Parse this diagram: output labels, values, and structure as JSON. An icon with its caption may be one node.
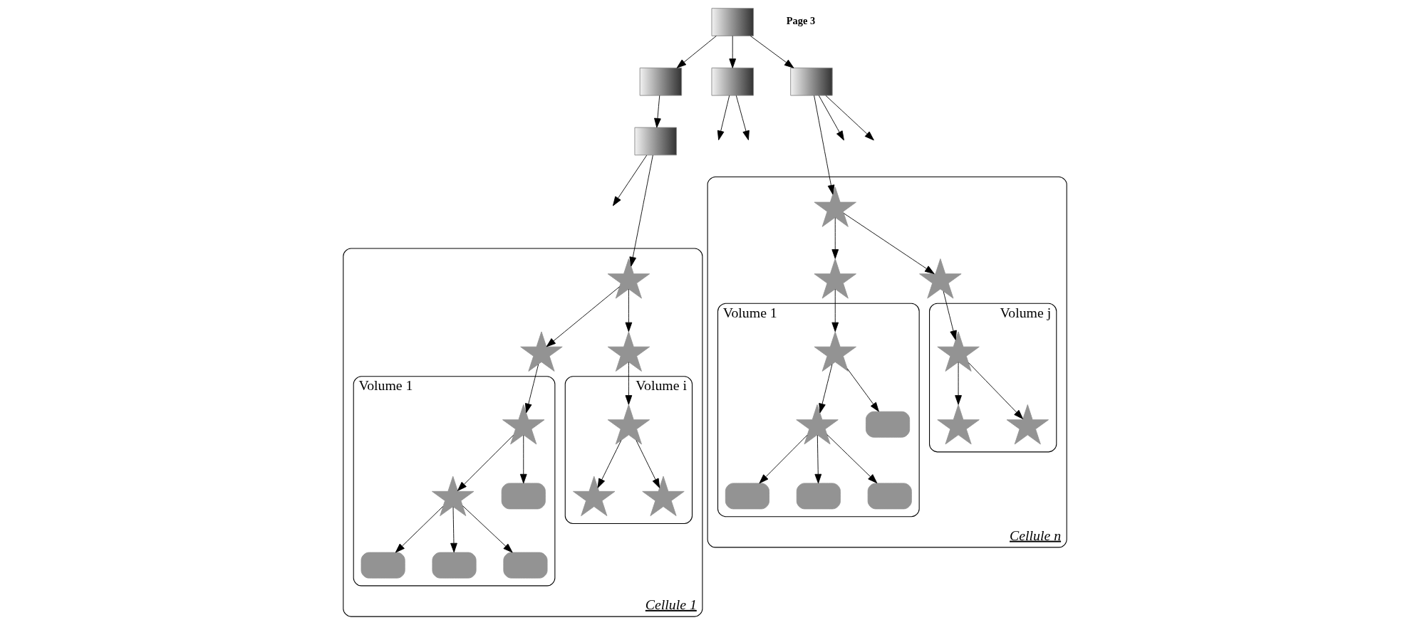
{
  "diagram": {
    "nodes": [
      {
        "text": [],
        "shape": "box"
      },
      {
        "text": [],
        "shape": "box"
      },
      {
        "text": [],
        "shape": "box"
      },
      {
        "text": [],
        "shape": "box"
      },
      {
        "text": [],
        "shape": "box"
      },
      {
        "text": [
          "Cellule 1"
        ]
      },
      {
        "text": [],
        "shape": "star",
        "in": 5
      },
      {
        "text": [],
        "shape": "star",
        "in": 5
      },
      {
        "text": [],
        "shape": "star",
        "in": 5
      },
      {
        "text": [
          "Volume 1"
        ],
        "in": 5
      },
      {
        "text": [],
        "shape": "star",
        "in": 9
      },
      {
        "text": [],
        "shape": "box",
        "in": 9
      },
      {
        "text": [],
        "shape": "star",
        "in": 9
      },
      {
        "text": [],
        "shape": "box",
        "in": 9
      },
      {
        "text": [],
        "shape": "box",
        "in": 9
      },
      {
        "text": [],
        "shape": "box",
        "in": 9
      },
      {
        "text": [
          "Volume i"
        ],
        "in": 5
      },
      {
        "text": [],
        "shape": "star",
        "in": 16
      },
      {
        "text": [],
        "shape": "star",
        "in": 16
      },
      {
        "text": [],
        "shape": "star",
        "in": 16
      },
      {
        "text": [
          "Cellule n"
        ]
      },
      {
        "text": [],
        "shape": "star",
        "in": 20
      },
      {
        "text": [],
        "shape": "star",
        "in": 20
      },
      {
        "text": [],
        "shape": "star",
        "in": 20
      },
      {
        "text": [
          "Volume 1"
        ],
        "in": 20
      },
      {
        "text": [],
        "shape": "star",
        "in": 24
      },
      {
        "text": [],
        "shape": "box",
        "in": 24
      },
      {
        "text": [],
        "shape": "star",
        "in": 24
      },
      {
        "text": [],
        "shape": "box",
        "in": 24
      },
      {
        "text": [],
        "shape": "box",
        "in": 24
      },
      {
        "text": [],
        "shape": "box",
        "in": 24
      },
      {
        "text": [
          "Volume j"
        ],
        "in": 20
      },
      {
        "text": [],
        "shape": "star",
        "in": 31
      },
      {
        "text": [],
        "shape": "star",
        "in": 31
      },
      {
        "text": [],
        "shape": "star",
        "in": 31
      }
    ],
    "edges": [
      {
        "from": 0,
        "to": 1,
        "arrow": "to"
      },
      {
        "from": 0,
        "to": 2,
        "arrow": "to"
      },
      {
        "from": 0,
        "to": 3,
        "arrow": "to"
      },
      {
        "from": 1,
        "to": 4,
        "arrow": "to"
      },
      {
        "from": 4,
        "to": null,
        "arrow": "to"
      },
      {
        "from": 4,
        "to": 6,
        "arrow": "to"
      },
      {
        "from": 2,
        "to": null,
        "arrow": "to"
      },
      {
        "from": 2,
        "to": null,
        "arrow": "to"
      },
      {
        "from": 3,
        "to": 21,
        "arrow": "to"
      },
      {
        "from": 3,
        "to": null,
        "arrow": "to"
      },
      {
        "from": 3,
        "to": null,
        "arrow": "to"
      },
      {
        "from": 6,
        "to": 7,
        "arrow": "to"
      },
      {
        "from": 6,
        "to": 8,
        "arrow": "to"
      },
      {
        "from": 7,
        "to": 10,
        "arrow": "to"
      },
      {
        "from": 8,
        "to": 17,
        "arrow": "to"
      },
      {
        "from": 10,
        "to": 12,
        "arrow": "to"
      },
      {
        "from": 10,
        "to": 11,
        "arrow": "to"
      },
      {
        "from": 12,
        "to": 13,
        "arrow": "to"
      },
      {
        "from": 12,
        "to": 14,
        "arrow": "to"
      },
      {
        "from": 12,
        "to": 15,
        "arrow": "to"
      },
      {
        "from": 17,
        "to": 18,
        "arrow": "to"
      },
      {
        "from": 17,
        "to": 19,
        "arrow": "to"
      },
      {
        "from": 21,
        "to": 22,
        "arrow": "to"
      },
      {
        "from": 21,
        "to": 23,
        "arrow": "to"
      },
      {
        "from": 22,
        "to": 25,
        "arrow": "to"
      },
      {
        "from": 23,
        "to": 32,
        "arrow": "to"
      },
      {
        "from": 25,
        "to": 27,
        "arrow": "to"
      },
      {
        "from": 25,
        "to": 26,
        "arrow": "to"
      },
      {
        "from": 27,
        "to": 28,
        "arrow": "to"
      },
      {
        "from": 27,
        "to": 29,
        "arrow": "to"
      },
      {
        "from": 27,
        "to": 30,
        "arrow": "to"
      },
      {
        "from": 32,
        "to": 33,
        "arrow": "to"
      },
      {
        "from": 32,
        "to": 34,
        "arrow": "to"
      }
    ],
    "labels": [
      "Page 3"
    ]
  }
}
